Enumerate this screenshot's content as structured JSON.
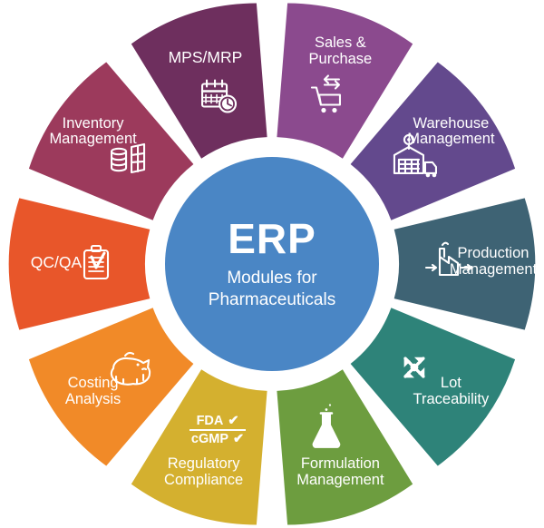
{
  "diagram": {
    "type": "radial-petal-wheel",
    "title": "ERP Modules for Pharmaceuticals",
    "background": "#ffffff",
    "center": {
      "heading": "ERP",
      "subtitle_line1": "Modules for",
      "subtitle_line2": "Pharmaceuticals",
      "color": "#4a86c5"
    },
    "petals": [
      {
        "id": "sales-purchase",
        "label_line1": "Sales &",
        "label_line2": "Purchase",
        "label": "Sales & Purchase",
        "icon": "shopping-cart-exchange-icon",
        "color": "#8b4a8e",
        "position_deg": 18
      },
      {
        "id": "warehouse-management",
        "label_line1": "Warehouse",
        "label_line2": "Management",
        "label": "Warehouse Management",
        "icon": "warehouse-truck-pin-icon",
        "color": "#63498d",
        "position_deg": 54
      },
      {
        "id": "production-management",
        "label_line1": "Production",
        "label_line2": "Management",
        "label": "Production Management",
        "icon": "factory-arrows-icon",
        "color": "#3e6374",
        "position_deg": 90
      },
      {
        "id": "lot-traceability",
        "label_line1": "Lot",
        "label_line2": "Traceability",
        "label": "Lot Traceability",
        "icon": "four-way-arrows-icon",
        "color": "#2e8379",
        "position_deg": 126
      },
      {
        "id": "formulation-management",
        "label_line1": "Formulation",
        "label_line2": "Management",
        "label": "Formulation Management",
        "icon": "erlenmeyer-flask-icon",
        "color": "#6d9d3f",
        "position_deg": 162
      },
      {
        "id": "regulatory-compliance",
        "label_line1": "Regulatory",
        "label_line2": "Compliance",
        "label": "Regulatory Compliance",
        "icon": "fda-cgmp-check-icon",
        "icon_text_top": "FDA",
        "icon_text_bottom": "cGMP",
        "icon_check": "✔",
        "color": "#d4b02f",
        "position_deg": 198
      },
      {
        "id": "costing-analysis",
        "label_line1": "Costing",
        "label_line2": "Analysis",
        "label": "Costing Analysis",
        "icon": "piggy-bank-icon",
        "color": "#f18a28",
        "position_deg": 234
      },
      {
        "id": "qc-qa",
        "label_line1": "QC/QA",
        "label_line2": "",
        "label": "QC/QA",
        "icon": "clipboard-check-icon",
        "color": "#e8562a",
        "position_deg": 270
      },
      {
        "id": "inventory-management",
        "label_line1": "Inventory",
        "label_line2": "Management",
        "label": "Inventory Management",
        "icon": "database-building-icon",
        "color": "#9c3a5c",
        "position_deg": 306
      },
      {
        "id": "mps-mrp",
        "label_line1": "MPS/MRP",
        "label_line2": "",
        "label": "MPS/MRP",
        "icon": "calendar-clock-icon",
        "color": "#6e2f5e",
        "position_deg": 342
      }
    ]
  }
}
